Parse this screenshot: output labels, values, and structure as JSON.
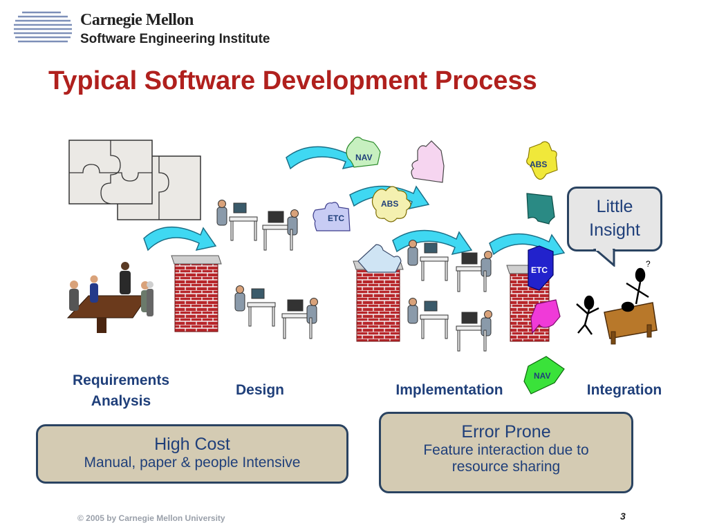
{
  "header": {
    "logo_line1": "Carnegie Mellon",
    "logo_line2": "Software Engineering Institute"
  },
  "slide": {
    "title": "Typical Software Development Process"
  },
  "stages": [
    {
      "label": "Requirements\nAnalysis"
    },
    {
      "label": "Design"
    },
    {
      "label": "Implementation"
    },
    {
      "label": "Integration"
    }
  ],
  "puzzle_labels": {
    "nav": "NAV",
    "abs": "ABS",
    "etc": "ETC"
  },
  "callout": {
    "line1": "Little",
    "line2": "Insight"
  },
  "boxes": {
    "high_cost": {
      "main": "High Cost",
      "sub": "Manual, paper & people Intensive"
    },
    "error_prone": {
      "main": "Error Prone",
      "sub1": "Feature interaction due to",
      "sub2": "resource sharing"
    }
  },
  "footer": {
    "copyright": "© 2005 by Carnegie Mellon University",
    "page_number": "3"
  },
  "colors": {
    "title": "#b0201d",
    "text_blue": "#1f3f7a",
    "box_fill": "#d4cbb3",
    "box_border": "#2a4361",
    "brick": "#b8262a",
    "arrow": "#3fd8f2"
  }
}
